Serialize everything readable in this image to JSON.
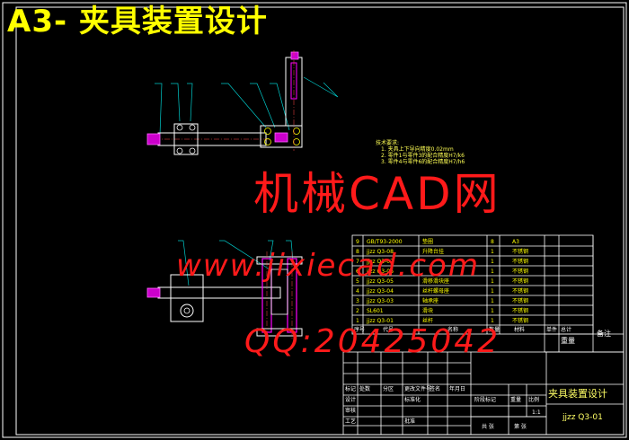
{
  "heading": "A3-  夹具装置设计",
  "watermarks": {
    "brand": "机械CAD网",
    "url": "www.jixiecad.com",
    "qq": "QQ:20425042"
  },
  "tech_notes": [
    "技术要求:",
    "1. 夹具上下导向精度0.02mm",
    "2. 零件1与零件3的配合精度H7/k6",
    "3. 零件4与零件6的配合精度H7/h6"
  ],
  "bom": {
    "rows": [
      {
        "no": "9",
        "code": "GB/T93-2000",
        "name": "垫圈",
        "qty": "8",
        "material": "A3"
      },
      {
        "no": "8",
        "code": "jjzz Q3-08",
        "name": "升降台挂",
        "qty": "1",
        "material": "不锈钢"
      },
      {
        "no": "7",
        "code": "jjzz Q3-07",
        "name": "",
        "qty": "1",
        "material": "不锈钢"
      },
      {
        "no": "6",
        "code": "jjzz Q3-06",
        "name": "",
        "qty": "1",
        "material": "不锈钢"
      },
      {
        "no": "5",
        "code": "jjzz Q3-05",
        "name": "滑移滑块座",
        "qty": "1",
        "material": "不锈钢"
      },
      {
        "no": "4",
        "code": "jjzz Q3-04",
        "name": "丝杆螺母座",
        "qty": "1",
        "material": "不锈钢"
      },
      {
        "no": "3",
        "code": "jjzz Q3-03",
        "name": "轴承座",
        "qty": "1",
        "material": "不锈钢"
      },
      {
        "no": "2",
        "code": "SL601",
        "name": "滑块",
        "qty": "1",
        "material": "不锈钢"
      },
      {
        "no": "1",
        "code": "jjzz Q3-01",
        "name": "丝杆",
        "qty": "1",
        "material": "不锈钢"
      }
    ],
    "header": [
      "序号",
      "代号",
      "名称",
      "数量",
      "材料",
      "单件",
      "总计",
      "备注"
    ],
    "weight_label": "重量"
  },
  "title_block": {
    "drawing_title": "夹具装置设计",
    "drawing_code": "jjzz Q3-01",
    "labels": [
      "标记",
      "处数",
      "分区",
      "更改文件号",
      "签名",
      "年月日",
      "设计",
      "标准化",
      "阶段标记",
      "重量",
      "比例",
      "审核",
      "工艺",
      "批准",
      "共 张",
      "第 张"
    ],
    "scale": "1:1"
  },
  "colors": {
    "background": "#000000",
    "heading": "#ffff00",
    "lines": "#ffffff",
    "watermark": "#ff1a1a",
    "leaders": "#00cccc",
    "parts": "#ff00ff"
  }
}
